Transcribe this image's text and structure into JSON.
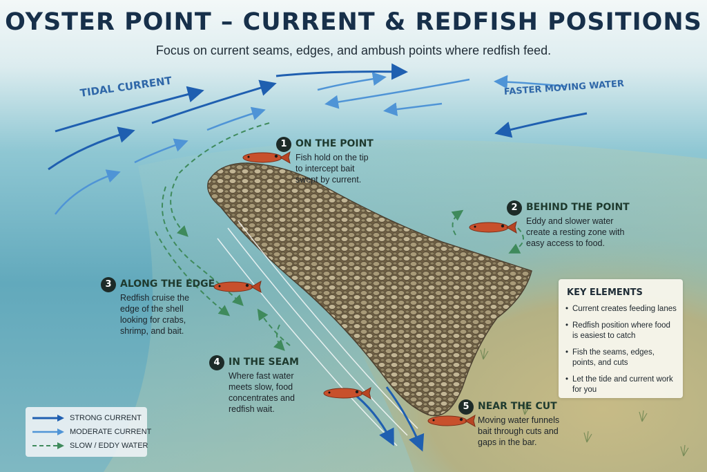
{
  "title": "OYSTER POINT – CURRENT & REDFISH POSITIONS",
  "subtitle": "Focus on current seams, edges, and ambush points where redfish feed.",
  "current_labels": {
    "tidal": "TIDAL CURRENT",
    "faster": "FASTER MOVING WATER"
  },
  "callouts": [
    {
      "number": "1",
      "heading": "ON THE POINT",
      "body": "Fish hold on the tip to intercept bait swept by current."
    },
    {
      "number": "2",
      "heading": "BEHIND THE POINT",
      "body": "Eddy and slower water create a resting zone with easy access to food."
    },
    {
      "number": "3",
      "heading": "ALONG THE EDGE",
      "body": "Redfish cruise the edge of the shell looking for crabs, shrimp, and bait."
    },
    {
      "number": "4",
      "heading": "IN THE SEAM",
      "body": "Where fast water meets slow, food concentrates and redfish wait."
    },
    {
      "number": "5",
      "heading": "NEAR THE CUT",
      "body": "Moving water funnels bait through cuts and gaps in the bar."
    }
  ],
  "key_elements": {
    "title": "KEY ELEMENTS",
    "items": [
      "Current creates feeding lanes",
      "Redfish position where food is easiest to catch",
      "Fish the seams, edges, points, and cuts",
      "Let the tide and current work for you"
    ]
  },
  "legend": [
    {
      "label": "STRONG CURRENT",
      "style": "strong",
      "color": "#1f5fb0"
    },
    {
      "label": "MODERATE CURRENT",
      "style": "moderate",
      "color": "#4f94d6"
    },
    {
      "label": "SLOW / EDDY WATER",
      "style": "slow",
      "color": "#3f8a5c"
    }
  ],
  "colors": {
    "fish": "#c8502c",
    "water_deep": "#5fa9bd",
    "water_shallow": "#b9d8c9",
    "flat": "#b7ad7c",
    "shell": "#8c7a58"
  }
}
